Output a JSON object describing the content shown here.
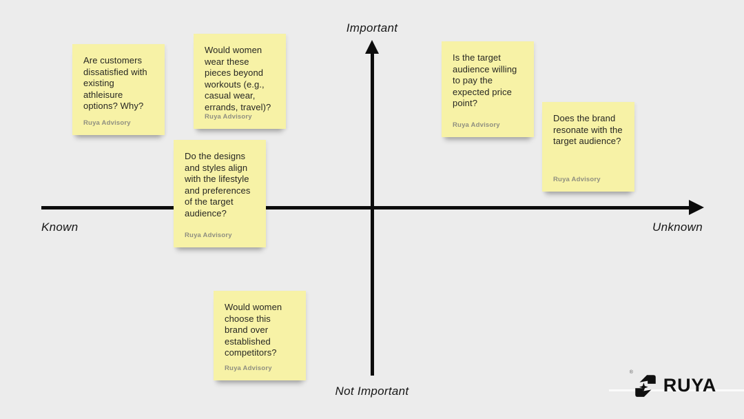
{
  "canvas": {
    "axis": {
      "top_label": "Important",
      "bottom_label": "Not Important",
      "left_label": "Known",
      "right_label": "Unknown"
    },
    "notes": [
      {
        "text": "Are customers dissatisfied with existing athleisure options? Why?",
        "author": "Ruya Advisory",
        "quadrant": "known-important"
      },
      {
        "text": "Would women wear these pieces beyond workouts (e.g., casual wear, errands, travel)?",
        "author": "Ruya Advisory",
        "quadrant": "known-important"
      },
      {
        "text": "Do the designs and styles align with the lifestyle and preferences of the target audience?",
        "author": "Ruya Advisory",
        "quadrant": "known-axis"
      },
      {
        "text": "Is the target audience willing to pay the expected price point?",
        "author": "Ruya Advisory",
        "quadrant": "unknown-important"
      },
      {
        "text": "Does the brand resonate with the target audience?",
        "author": "Ruya Advisory",
        "quadrant": "unknown-important"
      },
      {
        "text": "Would women choose this brand over established competitors?",
        "author": "Ruya Advisory",
        "quadrant": "known-not-important"
      }
    ],
    "logo": {
      "text": "RUYA",
      "registered_mark": "®"
    },
    "colors": {
      "background": "#ececec",
      "note_fill": "#f7f2a6",
      "note_text": "#262622",
      "note_author": "#8f8f80",
      "axis_line": "#0c0c0c",
      "logo": "#101010"
    }
  }
}
